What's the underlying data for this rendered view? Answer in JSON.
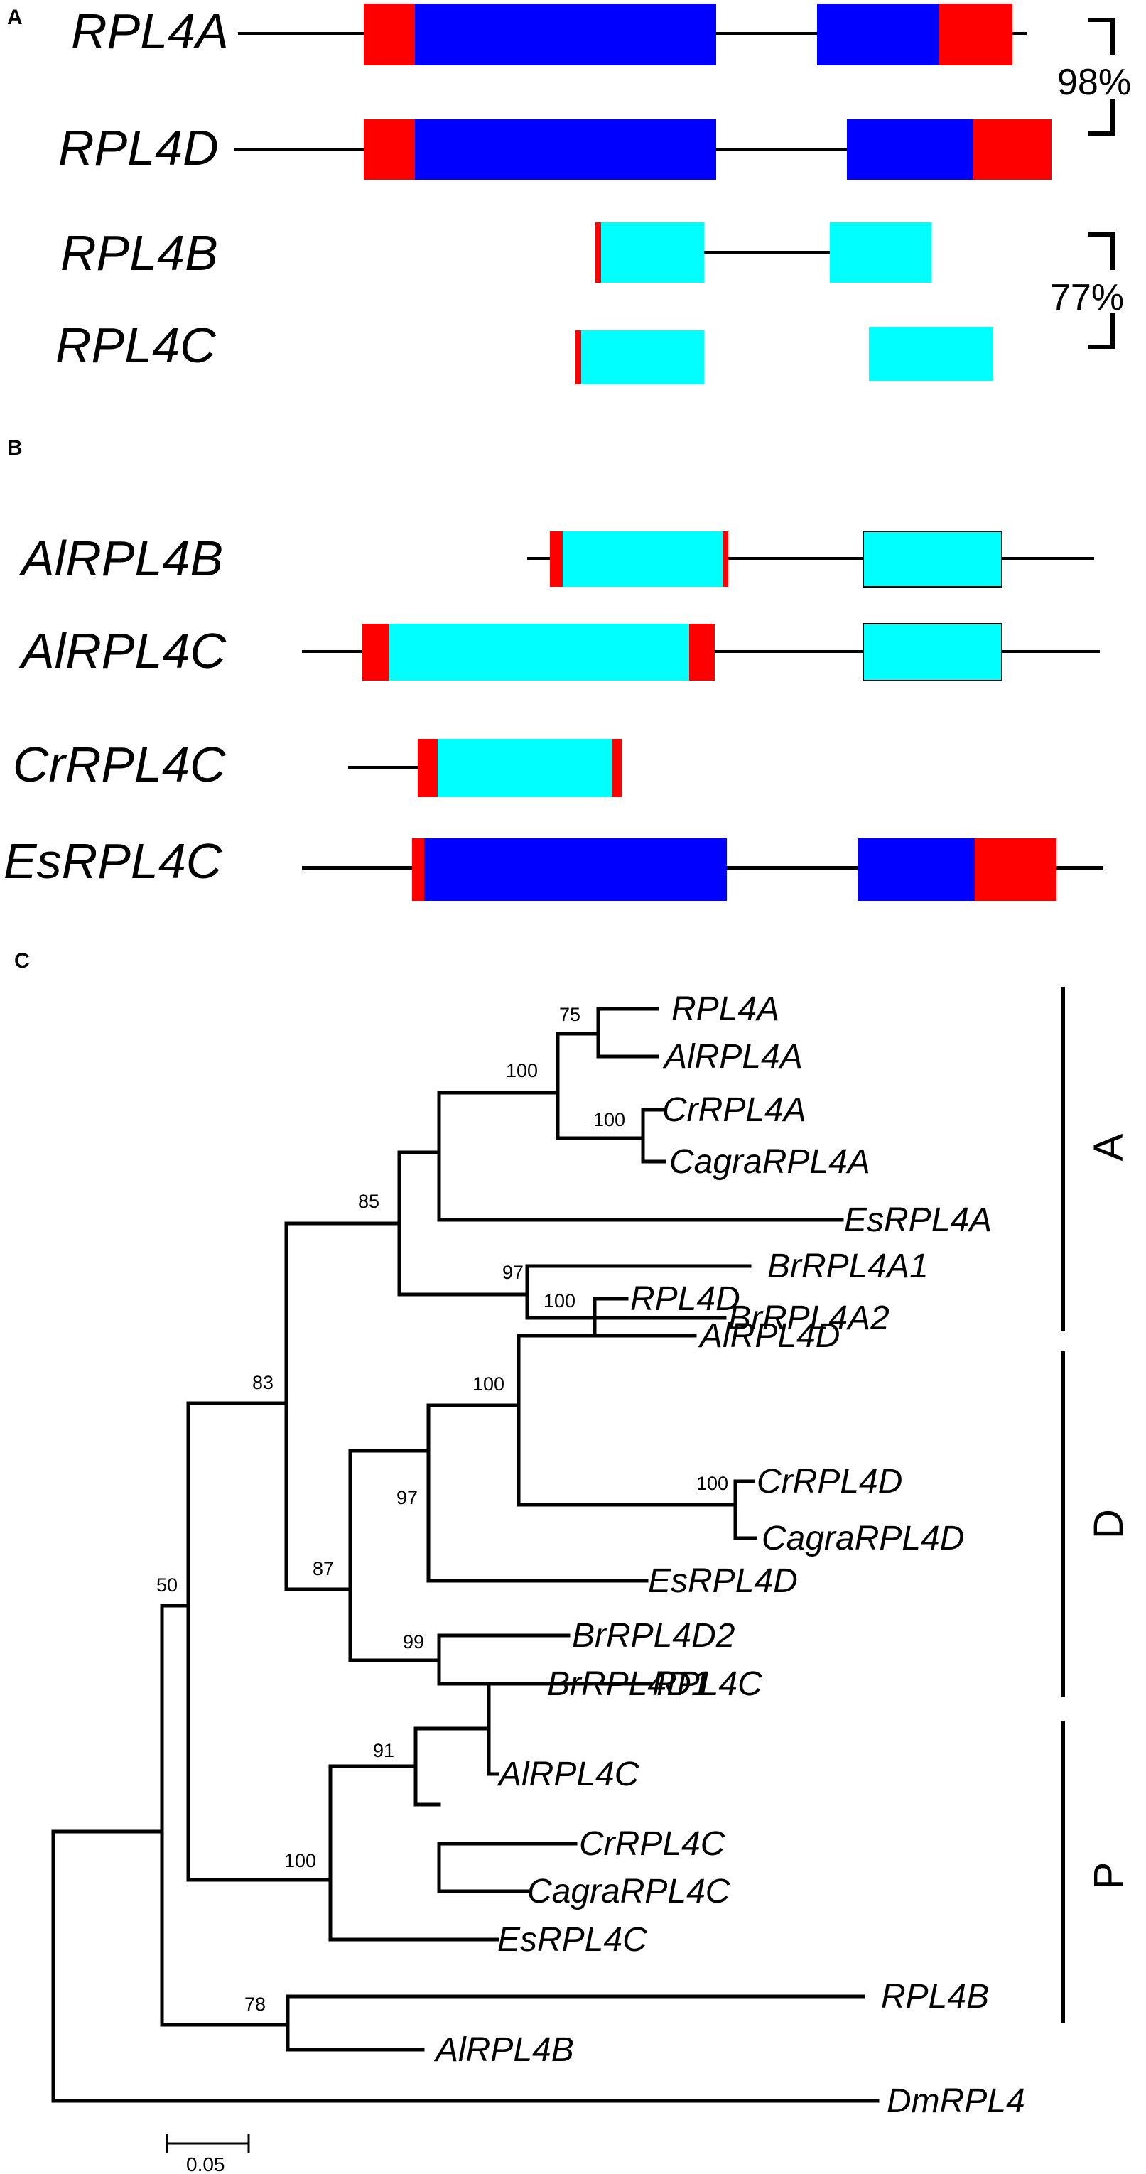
{
  "panel_a": {
    "letter": "A",
    "genes": [
      {
        "name": "RPL4A",
        "segments": [
          "red",
          "blue",
          "blue",
          "red"
        ]
      },
      {
        "name": "RPL4D",
        "segments": [
          "red",
          "blue",
          "blue",
          "red"
        ]
      },
      {
        "name": "RPL4B",
        "segments": [
          "red",
          "cyan",
          "cyan"
        ]
      },
      {
        "name": "RPL4C",
        "segments": [
          "red",
          "cyan",
          "cyan"
        ]
      }
    ],
    "identity": [
      {
        "pair": "RPL4A–RPL4D",
        "value": "98%"
      },
      {
        "pair": "RPL4B–RPL4C",
        "value": "77%"
      }
    ]
  },
  "panel_b": {
    "letter": "B",
    "genes": [
      {
        "name": "AlRPL4B",
        "segments": [
          "red",
          "cyan",
          "red",
          "cyan"
        ]
      },
      {
        "name": "AlRPL4C",
        "segments": [
          "red",
          "cyan",
          "red",
          "cyan"
        ]
      },
      {
        "name": "CrRPL4C",
        "segments": [
          "red",
          "cyan",
          "red"
        ]
      },
      {
        "name": "EsRPL4C",
        "segments": [
          "red",
          "blue",
          "blue",
          "red"
        ]
      }
    ]
  },
  "panel_c": {
    "letter": "C",
    "leaves": [
      "RPL4A",
      "AlRPL4A",
      "CrRPL4A",
      "CagraRPL4A",
      "EsRPL4A",
      "BrRPL4A1",
      "BrRPL4A2",
      "RPL4D",
      "AlRPL4D",
      "CrRPL4D",
      "CagraRPL4D",
      "EsRPL4D",
      "BrRPL4D2",
      "BrRPL4D1",
      "RPL4C",
      "AlRPL4C",
      "CrRPL4C",
      "CagraRPL4C",
      "EsRPL4C",
      "RPL4B",
      "AlRPL4B",
      "DmRPL4"
    ],
    "bootstrap": [
      "75",
      "100",
      "100",
      "85",
      "97",
      "83",
      "100",
      "100",
      "100",
      "97",
      "87",
      "99",
      "50",
      "91",
      "100",
      "78"
    ],
    "clades": [
      "A",
      "D",
      "P"
    ],
    "scale_bar": "0.05"
  },
  "colors": {
    "utr_red": "#ff0000",
    "coding_blue": "#0000ff",
    "coding_cyan": "#00ffff",
    "line": "#000000"
  }
}
